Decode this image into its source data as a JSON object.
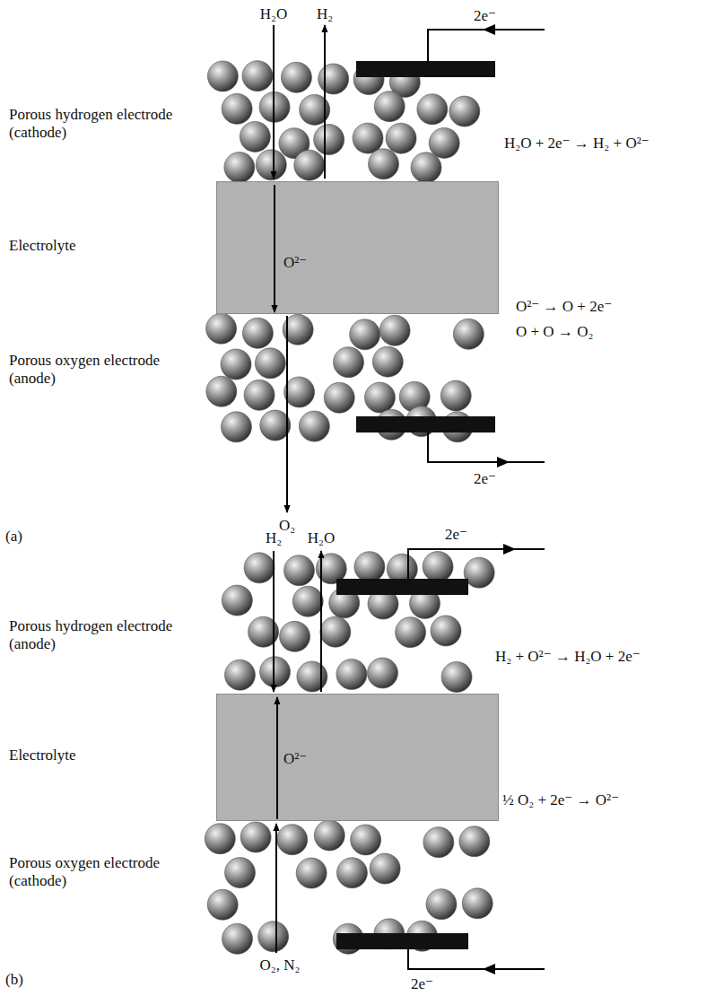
{
  "diagram": {
    "nodes": [
      {
        "text": [
          "O²⁻"
        ]
      },
      {
        "text": [
          "O²⁻"
        ]
      }
    ],
    "labels": [
      "Porous hydrogen electrode (cathode)",
      "Electrolyte",
      "Porous oxygen electrode (anode)",
      "H₂O",
      "H₂",
      "2e⁻",
      "H₂O + 2e⁻ → H₂ + O²⁻",
      "O²⁻ → O + 2e⁻",
      "O + O → O₂",
      "O₂",
      "2e⁻",
      "(a)",
      "Porous hydrogen electrode (anode)",
      "Electrolyte",
      "Porous oxygen electrode (cathode)",
      "H₂",
      "H₂O",
      "2e⁻",
      "H₂ + O²⁻ → H₂O + 2e⁻",
      "½ O₂ + 2e⁻ → O²⁻",
      "O₂, N₂",
      "2e⁻",
      "(b)"
    ]
  }
}
